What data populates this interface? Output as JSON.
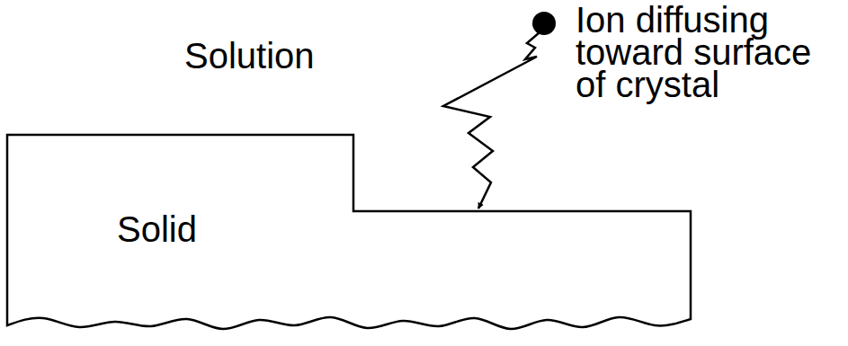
{
  "diagram": {
    "nodes": [
      {
        "text": [
          "Solid"
        ]
      }
    ],
    "labels": [
      "Solution",
      "Ion diffusing toward surface of crystal"
    ]
  }
}
